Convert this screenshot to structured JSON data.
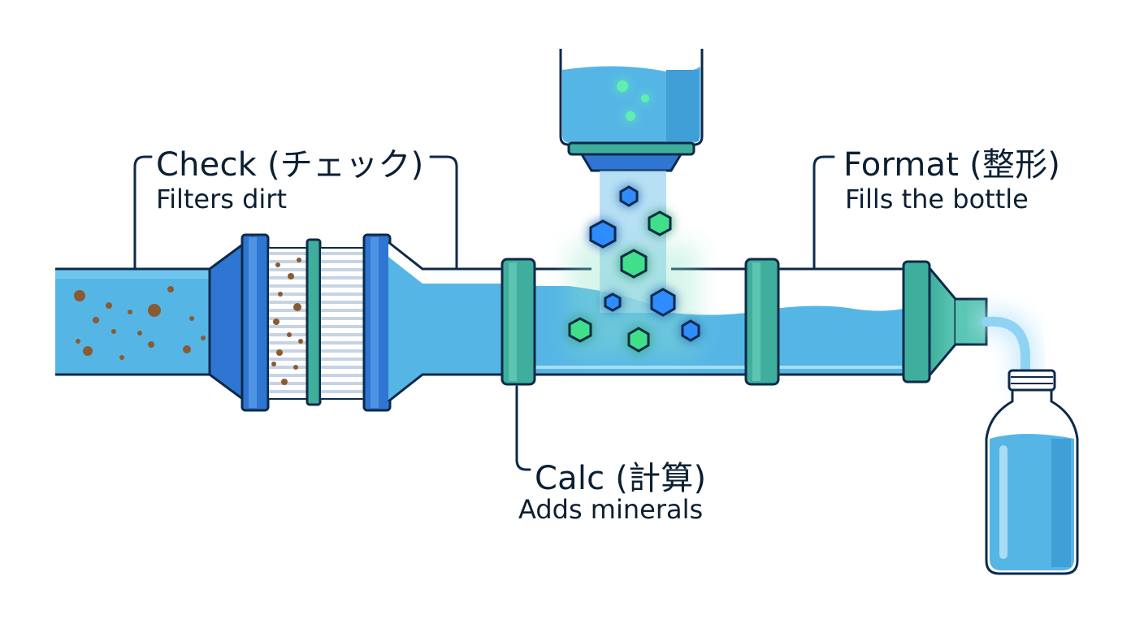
{
  "labels": {
    "check": {
      "title": "Check (チェック)",
      "desc": "Filters dirt"
    },
    "calc": {
      "title": "Calc (計算)",
      "desc": "Adds minerals"
    },
    "format": {
      "title": "Format (整形)",
      "desc": "Fills the bottle"
    }
  },
  "colors": {
    "outline": "#0d2a4a",
    "water": "#55b6e6",
    "water_light": "#a9dcf5",
    "flange_blue": "#2f76d2",
    "flange_teal": "#3fae9c",
    "dirt": "#8a5a33",
    "mineral": "#3fe08a",
    "mineral_blue": "#2f8cff"
  }
}
